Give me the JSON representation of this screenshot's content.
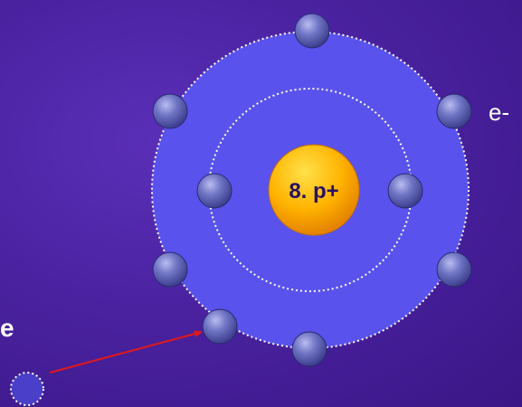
{
  "nucleus": {
    "label": "8.  p+"
  },
  "electron_label": "e-",
  "left_partial_label": "e",
  "shells": [
    {
      "name": "inner",
      "electron_count": 2
    },
    {
      "name": "outer",
      "electron_count": 6,
      "plus_incoming": 1
    }
  ],
  "colors": {
    "background": "#4a22a0",
    "outer_disc": "#5a52ec",
    "electron": "#6f74c4",
    "nucleus": "#ffb300",
    "arrow": "#e01818",
    "orbit": "#ffffff"
  }
}
